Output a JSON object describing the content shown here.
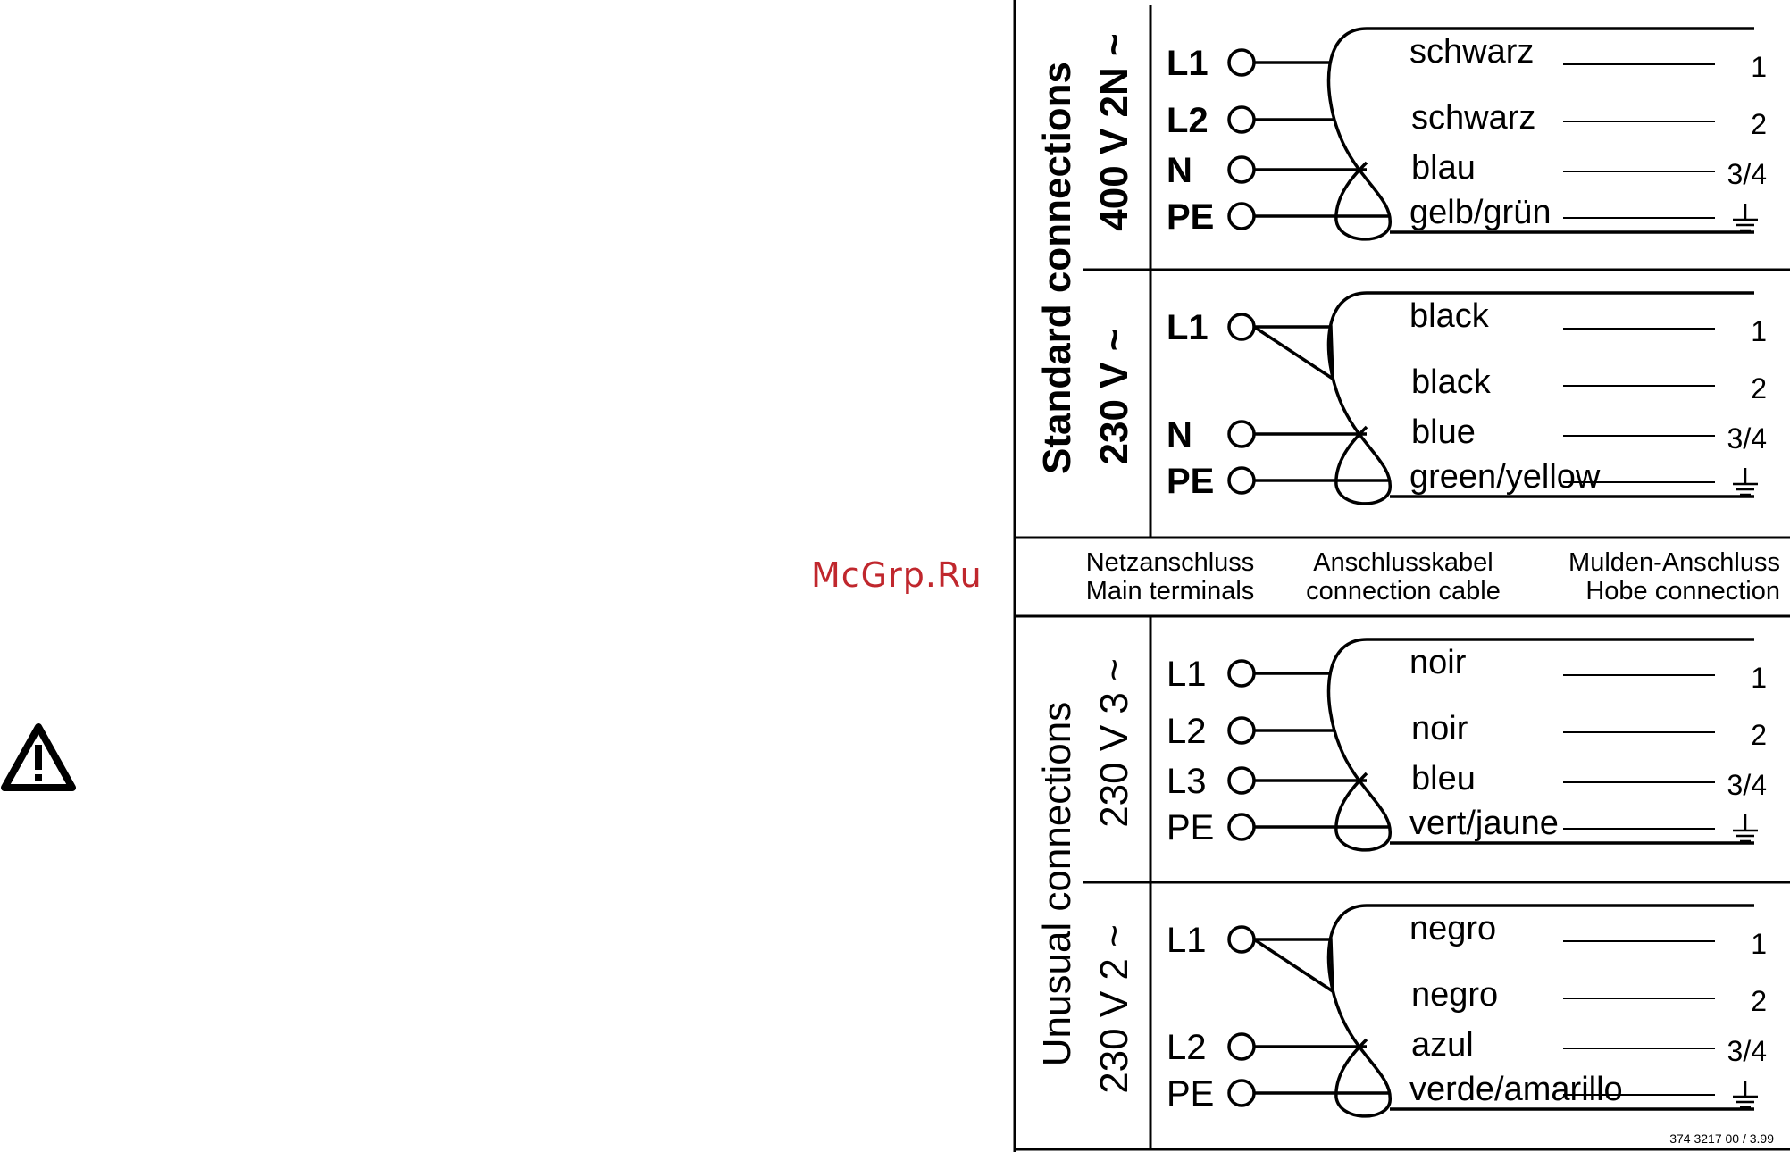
{
  "watermark": "McGrp.Ru",
  "warning_icon": "warning-triangle-icon",
  "groups": {
    "standard": "Standard connections",
    "unusual": "Unusual connections"
  },
  "header": {
    "col1": [
      "Netzanschluss",
      "Main terminals"
    ],
    "col2": [
      "Anschlusskabel",
      "connection cable"
    ],
    "col3": [
      "Mulden-Anschluss",
      "Hobe connection"
    ]
  },
  "sections": [
    {
      "voltage": "400 V 2N ~",
      "bold": true,
      "bridge": false,
      "terminals": [
        "L1",
        "L2",
        "N",
        "PE"
      ],
      "colors": [
        "schwarz",
        "schwarz",
        "blau",
        "gelb/grün"
      ],
      "hob": [
        "1",
        "2",
        "3/4",
        "⏚"
      ]
    },
    {
      "voltage": "230 V ~",
      "bold": true,
      "bridge": true,
      "terminals": [
        "L1",
        "",
        "N",
        "PE"
      ],
      "colors": [
        "black",
        "black",
        "blue",
        "green/yellow"
      ],
      "hob": [
        "1",
        "2",
        "3/4",
        "⏚"
      ]
    },
    {
      "voltage": "230 V 3 ~",
      "bold": false,
      "bridge": false,
      "terminals": [
        "L1",
        "L2",
        "L3",
        "PE"
      ],
      "colors": [
        "noir",
        "noir",
        "bleu",
        "vert/jaune"
      ],
      "hob": [
        "1",
        "2",
        "3/4",
        "⏚"
      ]
    },
    {
      "voltage": "230 V 2 ~",
      "bold": false,
      "bridge": true,
      "terminals": [
        "L1",
        "",
        "L2",
        "PE"
      ],
      "colors": [
        "negro",
        "negro",
        "azul",
        "verde/amarillo"
      ],
      "hob": [
        "1",
        "2",
        "3/4",
        "⏚"
      ]
    }
  ],
  "footer_code": "374 3217 00 / 3.99"
}
